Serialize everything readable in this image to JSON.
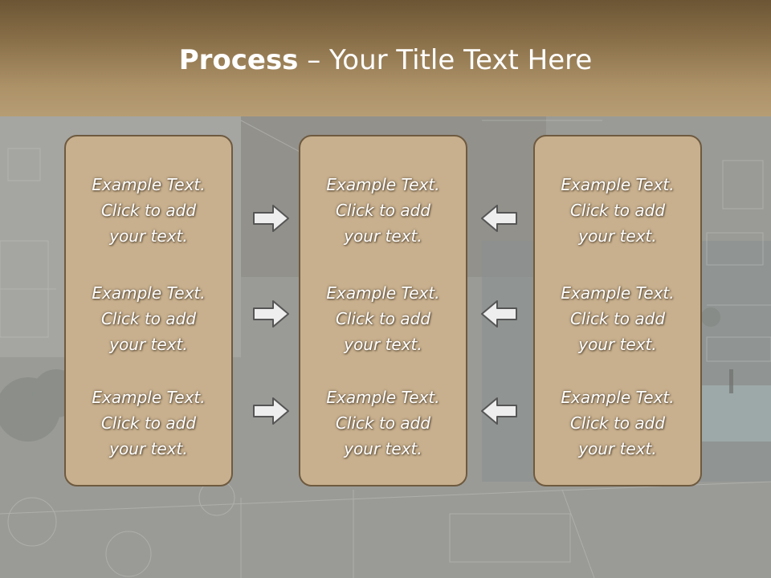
{
  "title": {
    "bold": "Process",
    "rest": " – Your Title Text Here"
  },
  "panels": [
    {
      "items": [
        {
          "line1": "Example Text.",
          "line2": "Click  to add",
          "line3": "your text."
        },
        {
          "line1": "Example Text.",
          "line2": "Click  to add",
          "line3": "your text."
        },
        {
          "line1": "Example Text.",
          "line2": "Click  to add",
          "line3": "your text."
        }
      ]
    },
    {
      "items": [
        {
          "line1": "Example Text.",
          "line2": "Click  to add",
          "line3": "your text."
        },
        {
          "line1": "Example Text.",
          "line2": "Click  to add",
          "line3": "your text."
        },
        {
          "line1": "Example Text.",
          "line2": "Click  to add",
          "line3": "your text."
        }
      ]
    },
    {
      "items": [
        {
          "line1": "Example Text.",
          "line2": "Click  to add",
          "line3": "your text."
        },
        {
          "line1": "Example Text.",
          "line2": "Click  to add",
          "line3": "your text."
        },
        {
          "line1": "Example Text.",
          "line2": "Click  to add",
          "line3": "your text."
        }
      ]
    }
  ],
  "arrows": {
    "left_group": [
      "right-arrow-icon",
      "right-arrow-icon",
      "right-arrow-icon"
    ],
    "right_group": [
      "left-arrow-icon",
      "left-arrow-icon",
      "left-arrow-icon"
    ]
  },
  "colors": {
    "header": "#8a7049",
    "panel": "#c8b08e",
    "panel_border": "#6e5a3f"
  }
}
